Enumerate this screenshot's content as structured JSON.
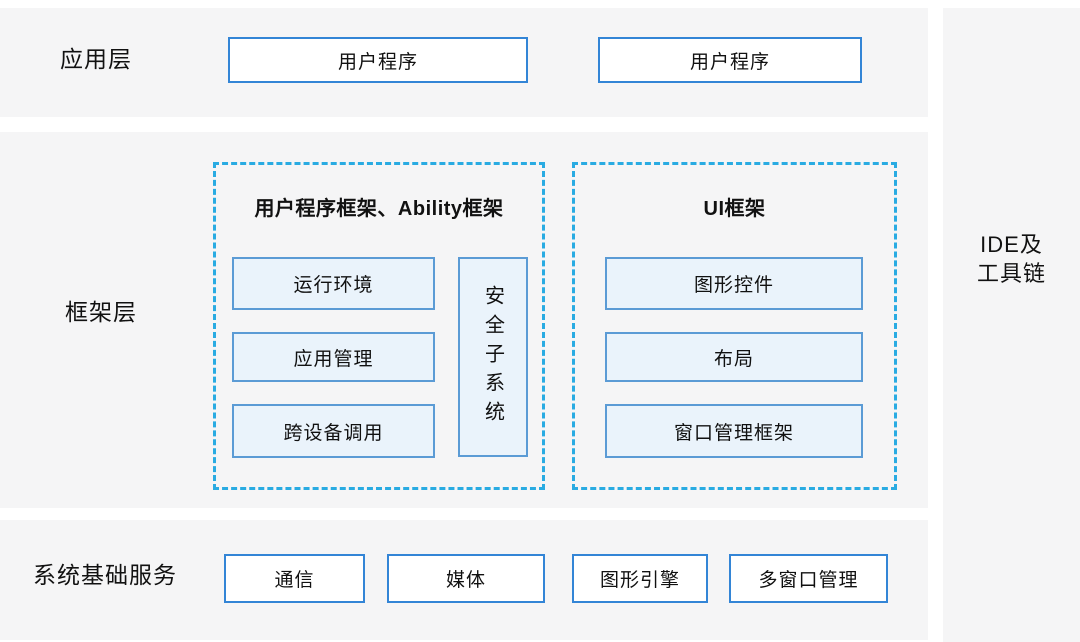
{
  "colors": {
    "band_background": "#f5f5f6",
    "dashed_group_border": "#29abe2",
    "solid_box_border": "#3385d6",
    "inner_box_border": "#5b9bd5",
    "inner_box_fill": "#eaf3fb",
    "text": "#111111"
  },
  "app_layer": {
    "label": "应用层",
    "boxes": [
      "用户程序",
      "用户程序"
    ]
  },
  "framework_layer": {
    "label": "框架层",
    "ability_group": {
      "title": "用户程序框架、Ability框架",
      "boxes": [
        "运行环境",
        "应用管理",
        "跨设备调用"
      ],
      "vertical_box": "安全子系统"
    },
    "ui_group": {
      "title": "UI框架",
      "boxes": [
        "图形控件",
        "布局",
        "窗口管理框架"
      ]
    }
  },
  "services_layer": {
    "label": "系统基础服务",
    "boxes": [
      "通信",
      "媒体",
      "图形引擎",
      "多窗口管理"
    ]
  },
  "toolchain_column": {
    "lines": [
      "IDE及",
      "工具链"
    ]
  }
}
